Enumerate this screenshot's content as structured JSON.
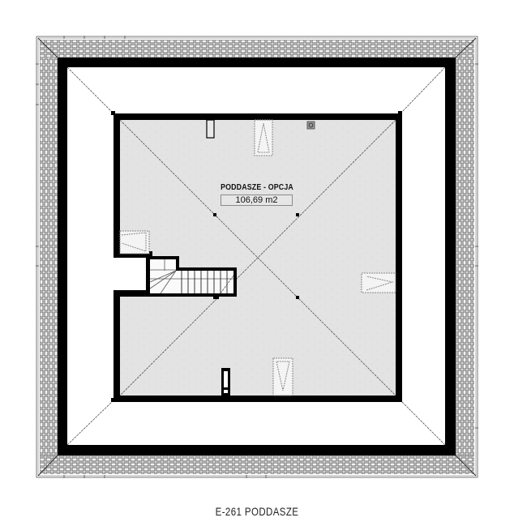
{
  "plan": {
    "room": {
      "name": "PODDASZE - OPCJA",
      "area": "106,69 m2"
    },
    "caption": "E-261 PODDASZE",
    "colors": {
      "room_fill": "#e3e3e3",
      "wall": "#000000",
      "roof_hatch_bg": "#f4f4f4",
      "roof_hatch_line": "#444444",
      "background": "#ffffff"
    },
    "elements": [
      {
        "type": "roof-outline",
        "label": "roof-edge"
      },
      {
        "type": "outer-wall",
        "label": "knee-wall-ring"
      },
      {
        "type": "room",
        "label": "attic-room"
      },
      {
        "type": "stairs",
        "label": "staircase"
      },
      {
        "type": "skylight",
        "label": "roof-window-top"
      },
      {
        "type": "skylight",
        "label": "roof-window-bottom"
      },
      {
        "type": "skylight",
        "label": "roof-window-left"
      },
      {
        "type": "skylight",
        "label": "roof-window-right"
      },
      {
        "type": "chimney",
        "label": "chimney-top"
      },
      {
        "type": "chimney",
        "label": "chimney-bottom"
      },
      {
        "type": "vent",
        "label": "ventilation-top"
      }
    ]
  }
}
